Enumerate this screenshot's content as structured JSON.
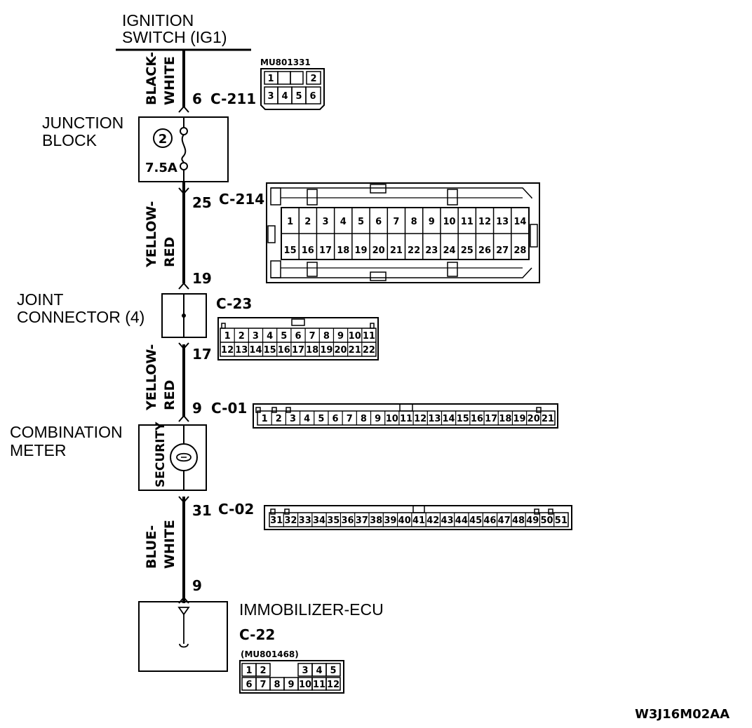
{
  "ignition": {
    "line1": "IGNITION",
    "line2": "SWITCH (IG1)"
  },
  "wire1": {
    "line1": "BLACK-",
    "line2": "WHITE"
  },
  "c211": {
    "pin": "6",
    "name": "C-211",
    "part": "MU801331",
    "row1": [
      "1",
      "2"
    ],
    "row2": [
      "3",
      "4",
      "5",
      "6"
    ]
  },
  "junction": {
    "line1": "JUNCTION",
    "line2": "BLOCK",
    "fuse_no": "2",
    "rating": "7.5A"
  },
  "c214": {
    "pin": "25",
    "name": "C-214",
    "row1": [
      "1",
      "2",
      "3",
      "4",
      "5",
      "6",
      "7",
      "8",
      "9",
      "10",
      "11",
      "12",
      "13",
      "14"
    ],
    "row2": [
      "15",
      "16",
      "17",
      "18",
      "19",
      "20",
      "21",
      "22",
      "23",
      "24",
      "25",
      "26",
      "27",
      "28"
    ]
  },
  "wire2": {
    "line1": "YELLOW-",
    "line2": "RED"
  },
  "joint": {
    "line1": "JOINT",
    "line2": "CONNECTOR (4)",
    "pin_in": "19",
    "pin_out": "17"
  },
  "c23": {
    "name": "C-23",
    "row1": [
      "1",
      "2",
      "3",
      "4",
      "5",
      "6",
      "7",
      "8",
      "9",
      "10",
      "11"
    ],
    "row2": [
      "12",
      "13",
      "14",
      "15",
      "16",
      "17",
      "18",
      "19",
      "20",
      "21",
      "22"
    ]
  },
  "wire3": {
    "line1": "YELLOW-",
    "line2": "RED"
  },
  "c01": {
    "pin": "9",
    "name": "C-01",
    "row": [
      "1",
      "2",
      "3",
      "4",
      "5",
      "6",
      "7",
      "8",
      "9",
      "10",
      "11",
      "12",
      "13",
      "14",
      "15",
      "16",
      "17",
      "18",
      "19",
      "20",
      "21"
    ]
  },
  "meter": {
    "line1": "COMBINATION",
    "line2": "METER",
    "lamp": "SECURITY"
  },
  "c02": {
    "pin": "31",
    "name": "C-02",
    "row": [
      "31",
      "32",
      "33",
      "34",
      "35",
      "36",
      "37",
      "38",
      "39",
      "40",
      "41",
      "42",
      "43",
      "44",
      "45",
      "46",
      "47",
      "48",
      "49",
      "50",
      "51"
    ]
  },
  "wire4": {
    "line1": "BLUE-",
    "line2": "WHITE"
  },
  "ecu": {
    "pin": "9",
    "name": "IMMOBILIZER-ECU",
    "connector": "C-22",
    "part": "(MU801468)",
    "row1": [
      "1",
      "2",
      "3",
      "4",
      "5"
    ],
    "row2": [
      "6",
      "7",
      "8",
      "9",
      "10",
      "11",
      "12"
    ]
  },
  "figure_code": "W3J16M02AA"
}
